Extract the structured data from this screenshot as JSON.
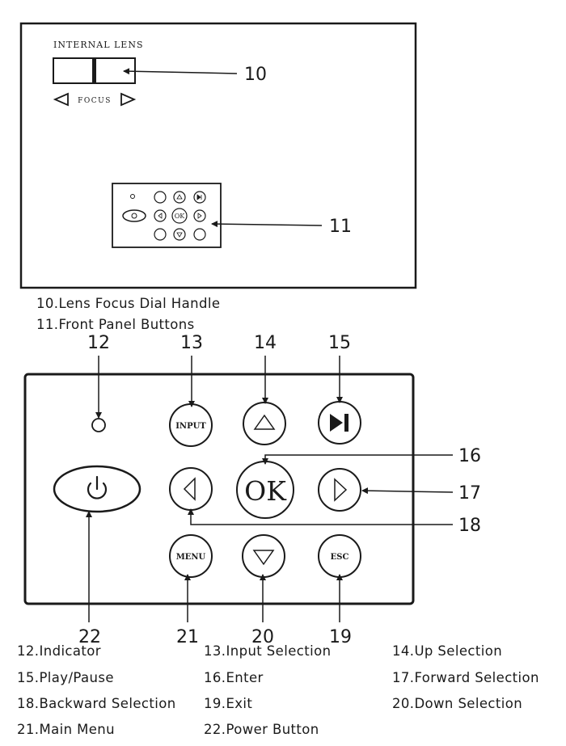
{
  "lens_panel": {
    "title": "INTERNAL LENS",
    "focus_label": "FOCUS"
  },
  "front_panel": {
    "input_label": "INPUT",
    "ok_label": "OK",
    "menu_label": "MENU",
    "esc_label": "ESC",
    "mini_ok_label": "OK"
  },
  "callouts": {
    "c10": "10",
    "c11": "11",
    "c12": "12",
    "c13": "13",
    "c14": "14",
    "c15": "15",
    "c16": "16",
    "c17": "17",
    "c18": "18",
    "c19": "19",
    "c20": "20",
    "c21": "21",
    "c22": "22"
  },
  "legend": {
    "l10": "10.Lens Focus Dial Handle",
    "l11": "11.Front Panel Buttons",
    "l12": "12.Indicator",
    "l13": "13.Input Selection",
    "l14": "14.Up Selection",
    "l15": "15.Play/Pause",
    "l16": "16.Enter",
    "l17": "17.Forward Selection",
    "l18": "18.Backward Selection",
    "l19": "19.Exit",
    "l20": "20.Down Selection",
    "l21": "21.Main Menu",
    "l22": "22.Power Button"
  }
}
